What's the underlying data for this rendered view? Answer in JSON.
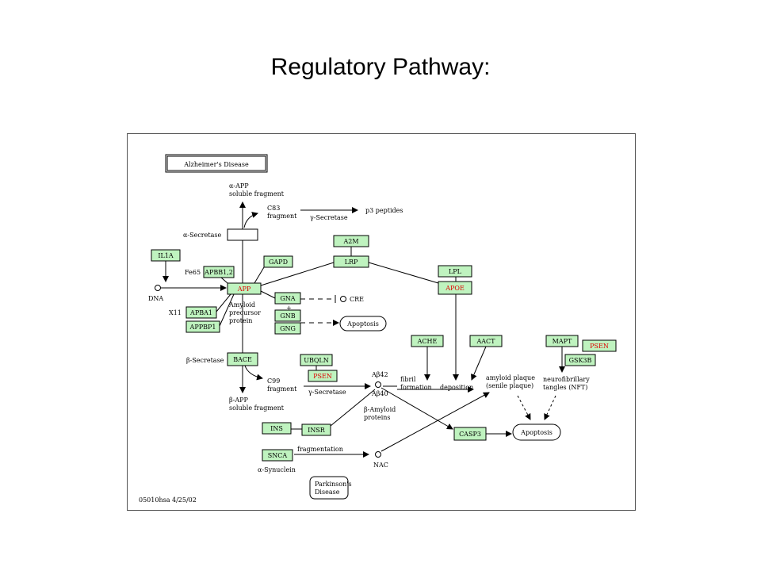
{
  "slide_title": "Regulatory Pathway:",
  "diagram_title": "Alzheimer's Disease",
  "footer": "05010hsa  4/25/02",
  "genes": {
    "il1a": "IL1A",
    "apbb12": "APBB1,2",
    "gapd": "GAPD",
    "app": "APP",
    "a2m": "A2M",
    "lrp": "LRP",
    "lpl": "LPL",
    "apoe": "APOE",
    "gna": "GNA",
    "gnb": "GNB",
    "gng": "GNG",
    "apba1": "APBA1",
    "appbp1": "APPBP1",
    "bace": "BACE",
    "ubqln": "UBQLN",
    "psen1": "PSEN",
    "ache": "ACHE",
    "aact": "AACT",
    "mapt": "MAPT",
    "psen2": "PSEN",
    "gsk3b": "GSK3B",
    "ins": "INS",
    "insr": "INSR",
    "casp3": "CASP3",
    "snca": "SNCA"
  },
  "labels": {
    "aapp1": "α-APP",
    "aapp2": "soluble fragment",
    "c83_1": "C83",
    "c83_2": "fragment",
    "gsec1": "γ-Secretase",
    "p3": "p3 peptides",
    "asec": "α-Secretase",
    "fe65": "Fe65",
    "dna": "DNA",
    "x11": "X11",
    "amy1": "Amyloid",
    "amy2": "precursor",
    "amy3": "protein",
    "cre": "CRE",
    "apoptosis1": "Apoptosis",
    "bsec": "β-Secretase",
    "c99_1": "C99",
    "c99_2": "fragment",
    "gsec2": "γ-Secretase",
    "bapp1": "β-APP",
    "bapp2": "soluble fragment",
    "ab42": "Aβ42",
    "ab40": "Aβ40",
    "bamy1": "β-Amyloid",
    "bamy2": "proteins",
    "fibril1": "fibril",
    "fibril2": "formation",
    "deposition": "deposition",
    "plaque1": "amyloid plaque",
    "plaque2": "(senile plaque)",
    "nft1": "neurofibrillary",
    "nft2": "tangles (NFT)",
    "apoptosis2": "Apoptosis",
    "fragmentation": "fragmentation",
    "nac": "NAC",
    "asyn": "α-Synuclein",
    "pd1": "Parkinson's",
    "pd2": "Disease"
  },
  "colors": {
    "gene_fill": "#bff3bf",
    "highlight_text": "#e00000"
  }
}
